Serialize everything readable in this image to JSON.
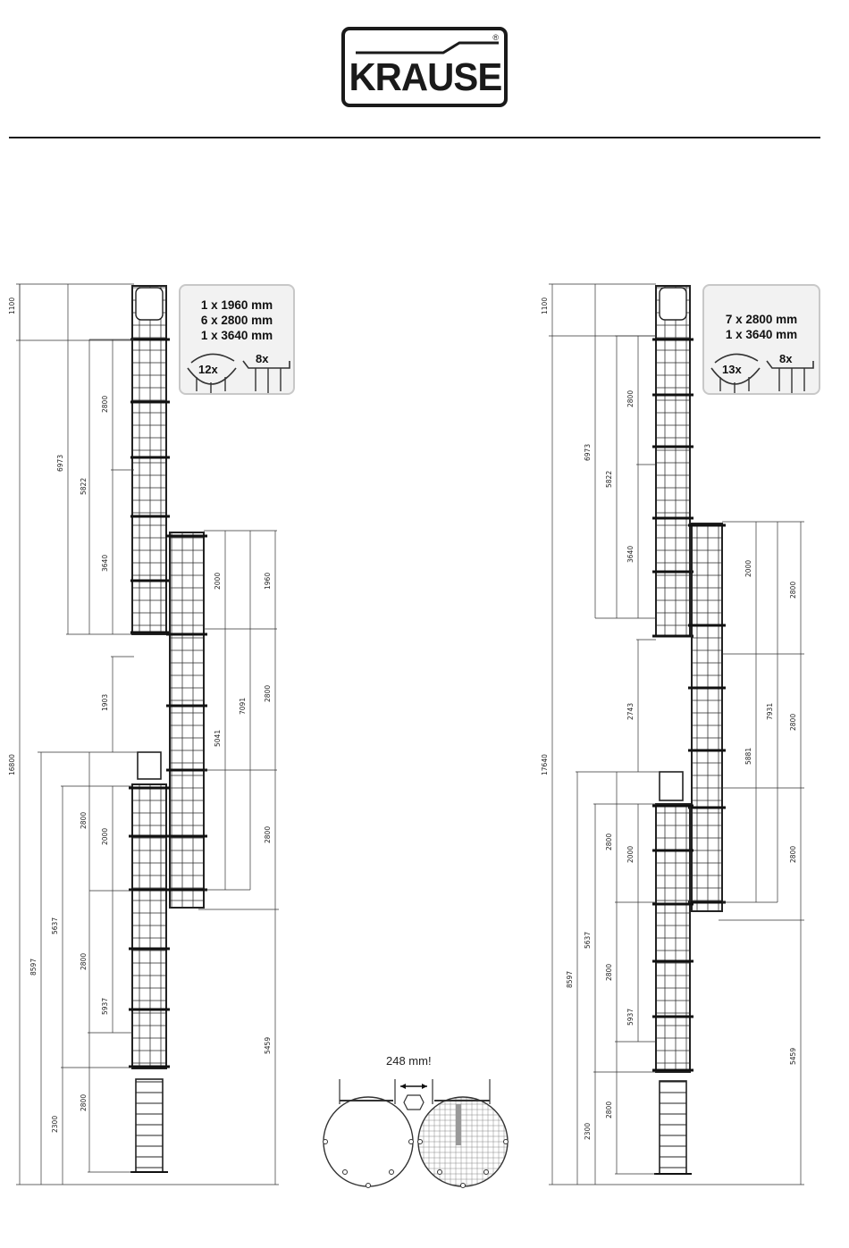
{
  "brand": {
    "name": "KRAUSE",
    "reg": "®"
  },
  "left": {
    "kit": {
      "lines": [
        "1 x 1960 mm",
        "6 x 2800 mm",
        "1 x 3640 mm"
      ],
      "cage_count": "12x",
      "bracket_count": "8x"
    },
    "dims": {
      "total": "16800",
      "top": "1100",
      "a": "6973",
      "b": "2800",
      "c": "5822",
      "d": "3640",
      "e": "2000",
      "f": "1960",
      "g": "7091",
      "h": "5041",
      "i": "2800",
      "j": "1903",
      "k": "2800",
      "l": "2000",
      "m": "8597",
      "n": "5637",
      "o": "2800",
      "p": "5937",
      "q": "5459",
      "r": "2800",
      "s": "2300",
      "t": "2800"
    }
  },
  "right": {
    "kit": {
      "lines": [
        "7 x 2800 mm",
        "1 x 3640 mm"
      ],
      "cage_count": "13x",
      "bracket_count": "8x"
    },
    "dims": {
      "total": "17640",
      "top": "1100",
      "a": "6973",
      "b": "2800",
      "c": "5822",
      "d": "3640",
      "e": "2000",
      "f": "2800",
      "g": "7931",
      "h": "5881",
      "i": "2800",
      "j": "2743",
      "k": "2800",
      "l": "2000",
      "m": "8597",
      "n": "5637",
      "o": "2800",
      "p": "5937",
      "q": "5459",
      "r": "2800",
      "s": "2300",
      "t": "2800"
    }
  },
  "detail": {
    "gap_label": "248 mm!"
  }
}
